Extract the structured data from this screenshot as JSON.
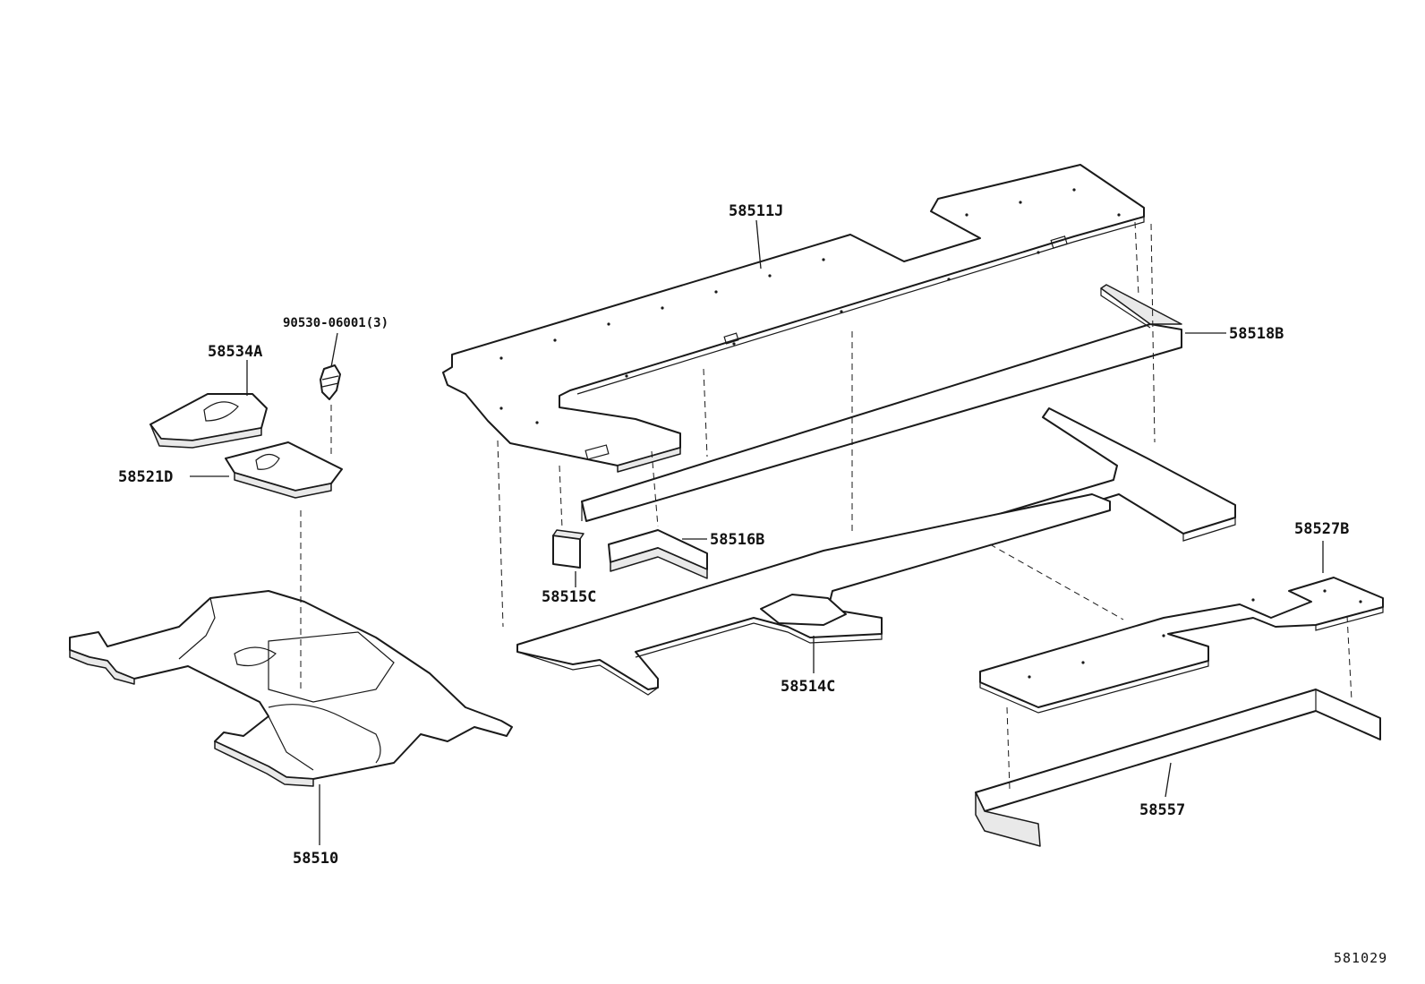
{
  "diagram": {
    "labels": {
      "p58511J": "58511J",
      "p58518B": "58518B",
      "p90530": "90530-06001(3)",
      "p58534A": "58534A",
      "p58521D": "58521D",
      "p58516B": "58516B",
      "p58515C": "58515C",
      "p58527B": "58527B",
      "p58514C": "58514C",
      "p58557": "58557",
      "p58510": "58510"
    },
    "illustration_code": "581029"
  }
}
